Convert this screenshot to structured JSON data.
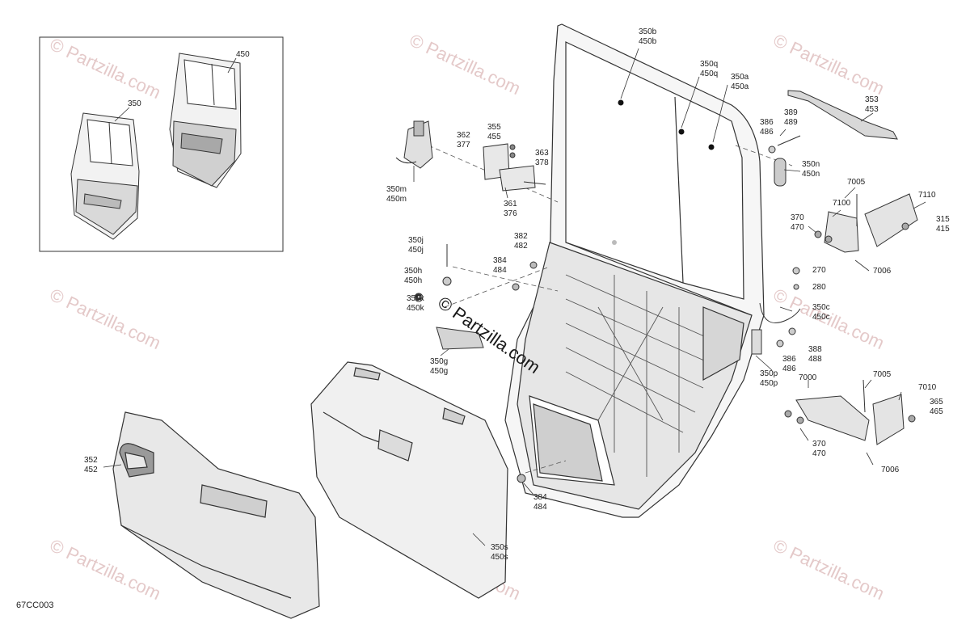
{
  "diagram_code": "67CC003",
  "watermark_text": "Partzilla.com",
  "watermark_symbol": "©",
  "colors": {
    "line": "#333333",
    "fill_light": "#f0f0f0",
    "fill_mid": "#d8d8d8",
    "fill_dark": "#b8b8b8",
    "watermark": "#e4c9c9"
  },
  "labels": {
    "450": "450",
    "350": "350",
    "350b": "350b",
    "450b": "450b",
    "350q": "350q",
    "450q": "450q",
    "350a": "350a",
    "450a": "450a",
    "353": "353",
    "453": "453",
    "389": "389",
    "489": "489",
    "386t": "386",
    "486t": "486",
    "350n": "350n",
    "450n": "450n",
    "355": "355",
    "455": "455",
    "362": "362",
    "377": "377",
    "363": "363",
    "378": "378",
    "350m": "350m",
    "450m": "450m",
    "361": "361",
    "376": "376",
    "7005a": "7005",
    "7110": "7110",
    "7100": "7100",
    "370a": "370",
    "470a": "470",
    "315": "315",
    "415": "415",
    "7006a": "7006",
    "382": "382",
    "482": "482",
    "384a": "384",
    "484a": "484",
    "350j": "350j",
    "450j": "450j",
    "350h": "350h",
    "450h": "450h",
    "350k": "350k",
    "450k": "450k",
    "350g": "350g",
    "450g": "450g",
    "270": "270",
    "280": "280",
    "350c": "350c",
    "450c": "450c",
    "388": "388",
    "488": "488",
    "386b": "386",
    "486b": "486",
    "350p": "350p",
    "450p": "450p",
    "7000": "7000",
    "7005b": "7005",
    "7010": "7010",
    "365": "365",
    "465": "465",
    "370b": "370",
    "470b": "470",
    "7006b": "7006",
    "352": "352",
    "452": "452",
    "384b": "384",
    "484b": "484",
    "350s": "350s",
    "450s": "450s"
  }
}
